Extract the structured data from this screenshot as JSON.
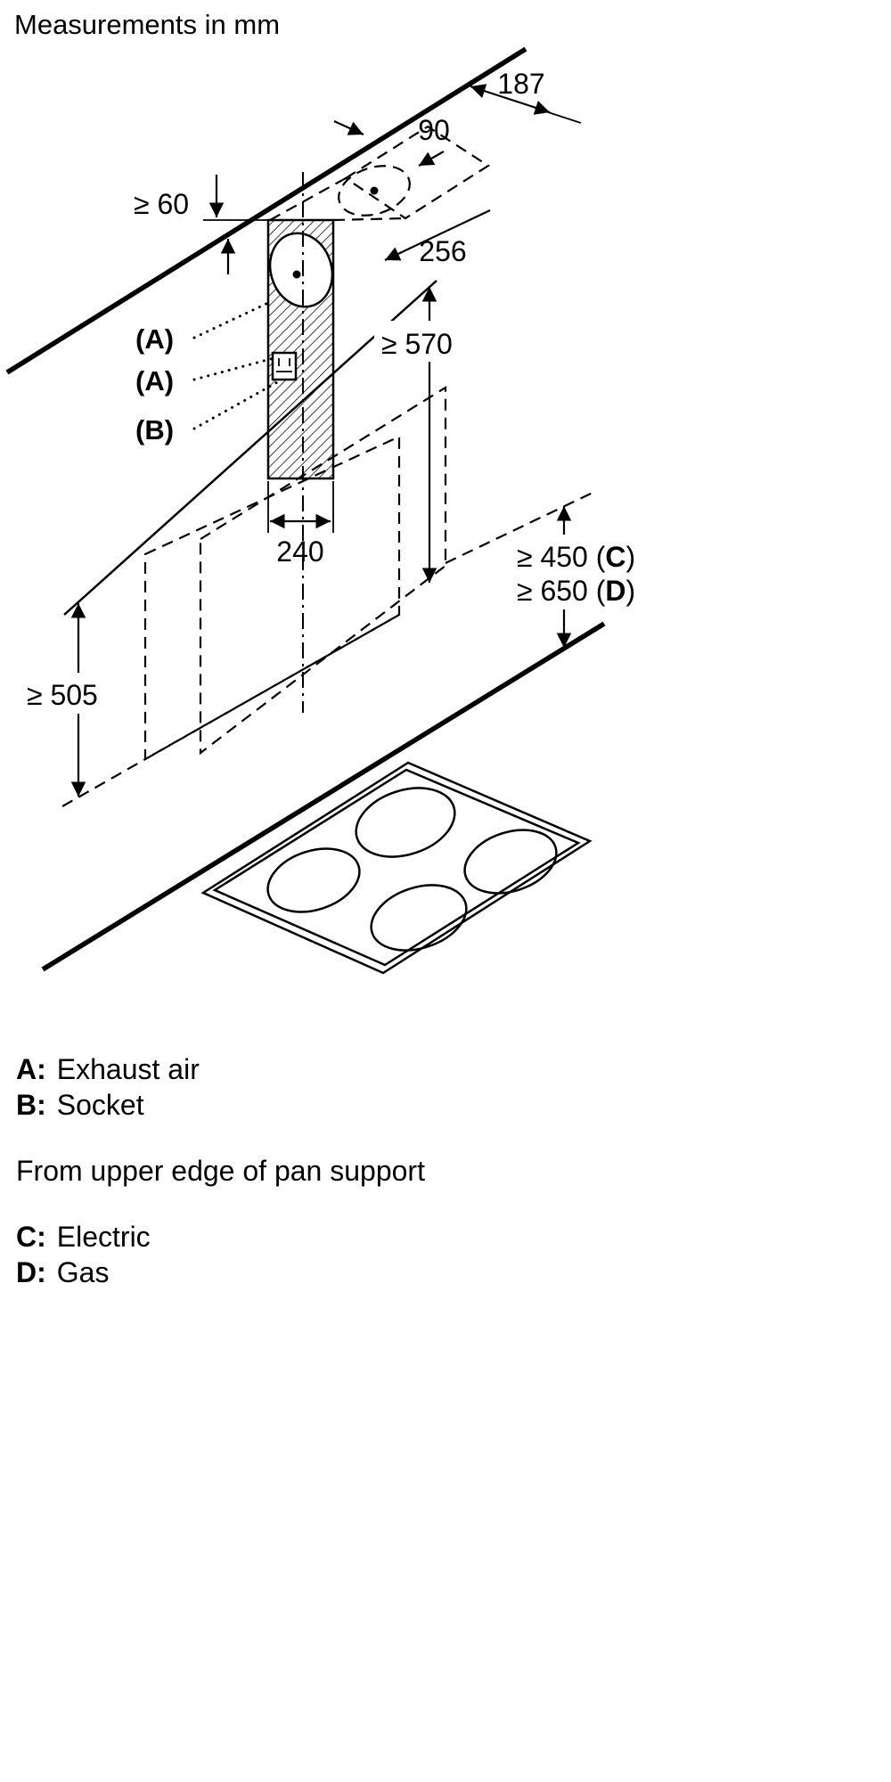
{
  "title": "Measurements in mm",
  "dimensions": {
    "d187": "187",
    "d90": "90",
    "d256": "256",
    "ge60": "≥ 60",
    "ge570": "≥ 570",
    "d240": "240",
    "c_line": {
      "pre": "≥ 450 (",
      "key": "C",
      "post": ")"
    },
    "d_line": {
      "pre": "≥ 650 (",
      "key": "D",
      "post": ")"
    },
    "ge505": "≥ 505"
  },
  "callouts": [
    "(A)",
    "(A)",
    "(B)"
  ],
  "legend": {
    "entries_top": [
      {
        "key": "A:",
        "label": "Exhaust air"
      },
      {
        "key": "B:",
        "label": "Socket"
      }
    ],
    "note": "From upper edge of pan support",
    "entries_bottom": [
      {
        "key": "C:",
        "label": "Electric"
      },
      {
        "key": "D:",
        "label": "Gas"
      }
    ]
  },
  "colors": {
    "line": "#000000",
    "background": "#ffffff"
  }
}
